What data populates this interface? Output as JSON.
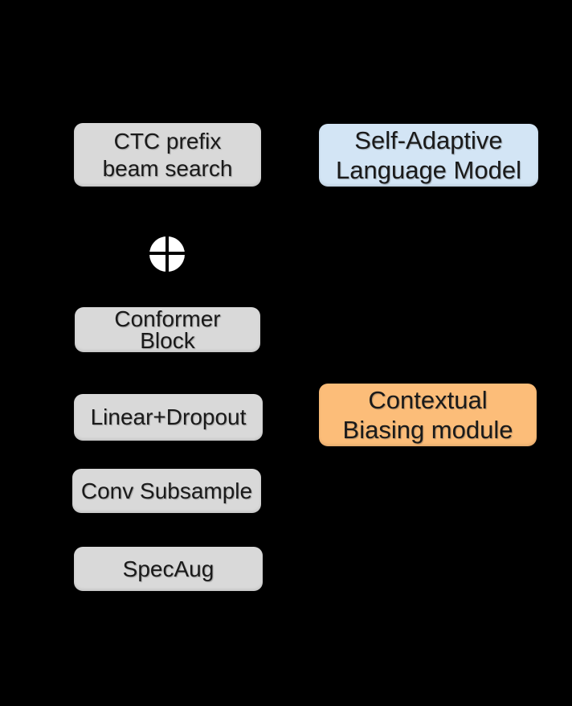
{
  "colors": {
    "background": "#000000",
    "box_gray": "#d9d9d9",
    "box_blue": "#d3e5f5",
    "box_orange": "#fcbd79",
    "text": "#1a1a1a",
    "operator_fill": "#ffffff",
    "operator_cross": "#000000"
  },
  "nodes": {
    "ctc_prefix_beam_search": {
      "label": "CTC prefix\nbeam search",
      "fill": "#d9d9d9"
    },
    "self_adaptive_language_model": {
      "label": "Self-Adaptive\nLanguage Model",
      "fill": "#d3e5f5"
    },
    "conformer_block": {
      "label": "Conformer\nBlock",
      "fill": "#d9d9d9"
    },
    "linear_dropout": {
      "label": "Linear+Dropout",
      "fill": "#d9d9d9"
    },
    "conv_subsample": {
      "label": "Conv Subsample",
      "fill": "#d9d9d9"
    },
    "specaug": {
      "label": "SpecAug",
      "fill": "#d9d9d9"
    },
    "contextual_biasing_module": {
      "label": "Contextual\nBiasing module",
      "fill": "#fcbd79"
    }
  },
  "operators": {
    "add": {
      "icon": "circle-plus"
    }
  }
}
